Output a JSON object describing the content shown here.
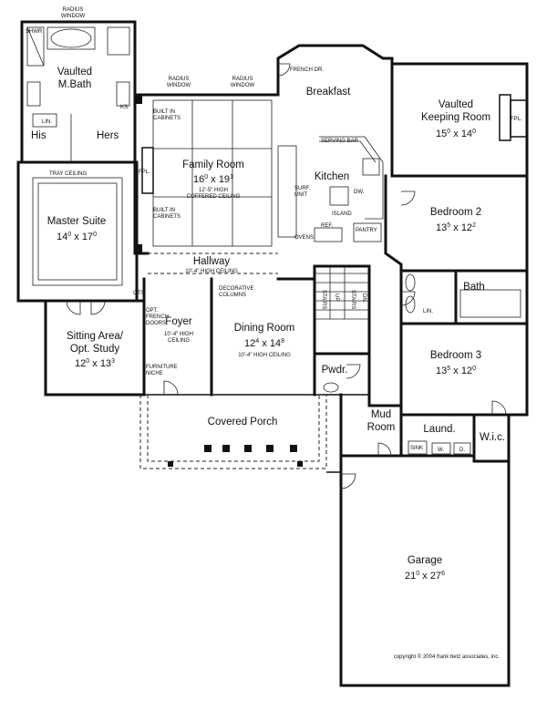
{
  "rooms": {
    "vaulted_mbath": {
      "line1": "Vaulted",
      "line2": "M.Bath"
    },
    "master_suite": {
      "name": "Master Suite",
      "dim_a": "14",
      "dim_a_sup": "0",
      "dim_b": "17",
      "dim_b_sup": "0"
    },
    "sitting_area": {
      "line1": "Sitting Area/",
      "line2": "Opt. Study",
      "dim_a": "12",
      "dim_a_sup": "0",
      "dim_b": "13",
      "dim_b_sup": "3"
    },
    "family_room": {
      "name": "Family Room",
      "dim_a": "16",
      "dim_a_sup": "0",
      "dim_b": "19",
      "dim_b_sup": "1",
      "note1": "12'-5\" HIGH",
      "note2": "COFFERED CEILING"
    },
    "breakfast": {
      "name": "Breakfast"
    },
    "kitchen": {
      "name": "Kitchen"
    },
    "keeping_room": {
      "line1": "Vaulted",
      "line2": "Keeping Room",
      "dim_a": "15",
      "dim_a_sup": "0",
      "dim_b": "14",
      "dim_b_sup": "0"
    },
    "bedroom2": {
      "name": "Bedroom 2",
      "dim_a": "13",
      "dim_a_sup": "5",
      "dim_b": "12",
      "dim_b_sup": "2"
    },
    "bedroom3": {
      "name": "Bedroom 3",
      "dim_a": "13",
      "dim_a_sup": "5",
      "dim_b": "12",
      "dim_b_sup": "0"
    },
    "hallway": {
      "name": "Hallway",
      "note": "10'-4\" HIGH CEILING"
    },
    "foyer": {
      "name": "Foyer",
      "note1": "10'-4\" HIGH",
      "note2": "CEILING"
    },
    "dining": {
      "name": "Dining Room",
      "dim_a": "12",
      "dim_a_sup": "4",
      "dim_b": "14",
      "dim_b_sup": "8",
      "note": "10'-4\" HIGH CEILING"
    },
    "covered_porch": {
      "name": "Covered Porch"
    },
    "mud_room": {
      "line1": "Mud",
      "line2": "Room"
    },
    "laundry": {
      "name": "Laund."
    },
    "wic": {
      "name": "W.i.c."
    },
    "garage": {
      "name": "Garage",
      "dim_a": "21",
      "dim_a_sup": "0",
      "dim_b": "27",
      "dim_b_sup": "6"
    },
    "bath": {
      "name": "Bath"
    },
    "powder": {
      "name": "Pwdr."
    },
    "his": {
      "name": "His"
    },
    "hers": {
      "name": "Hers"
    }
  },
  "labels": {
    "radius_window": "RADIUS",
    "radius_window_2": "WINDOW",
    "shwr": "SHWR",
    "lin": "LIN.",
    "ks": "KS.",
    "tray_ceiling": "TRAY CEILING",
    "built_in": "BUILT IN",
    "cabinets": "CABINETS",
    "fpl": "FPL.",
    "french_dr": "FRENCH DR.",
    "serving_bar": "SERVING BAR",
    "surf": "SURF.",
    "unit": "UNIT",
    "dw": "DW.",
    "island": "ISLAND",
    "ref": "REF.",
    "pantry": "PANTRY",
    "ovens": "OVENS",
    "cts": "CTS.",
    "opt": "OPT.",
    "french": "FRENCH",
    "doors": "DOORS",
    "furniture": "FURNITURE",
    "niche": "NICHE",
    "decorative": "DECORATIVE",
    "columns": "COLUMNS",
    "stairs": "STAIRS",
    "up": "UP",
    "dn": "DN.",
    "sink": "SINK",
    "w": "W.",
    "d": "D.",
    "copyright": "copyright © 2004 frank betz associates, inc."
  }
}
